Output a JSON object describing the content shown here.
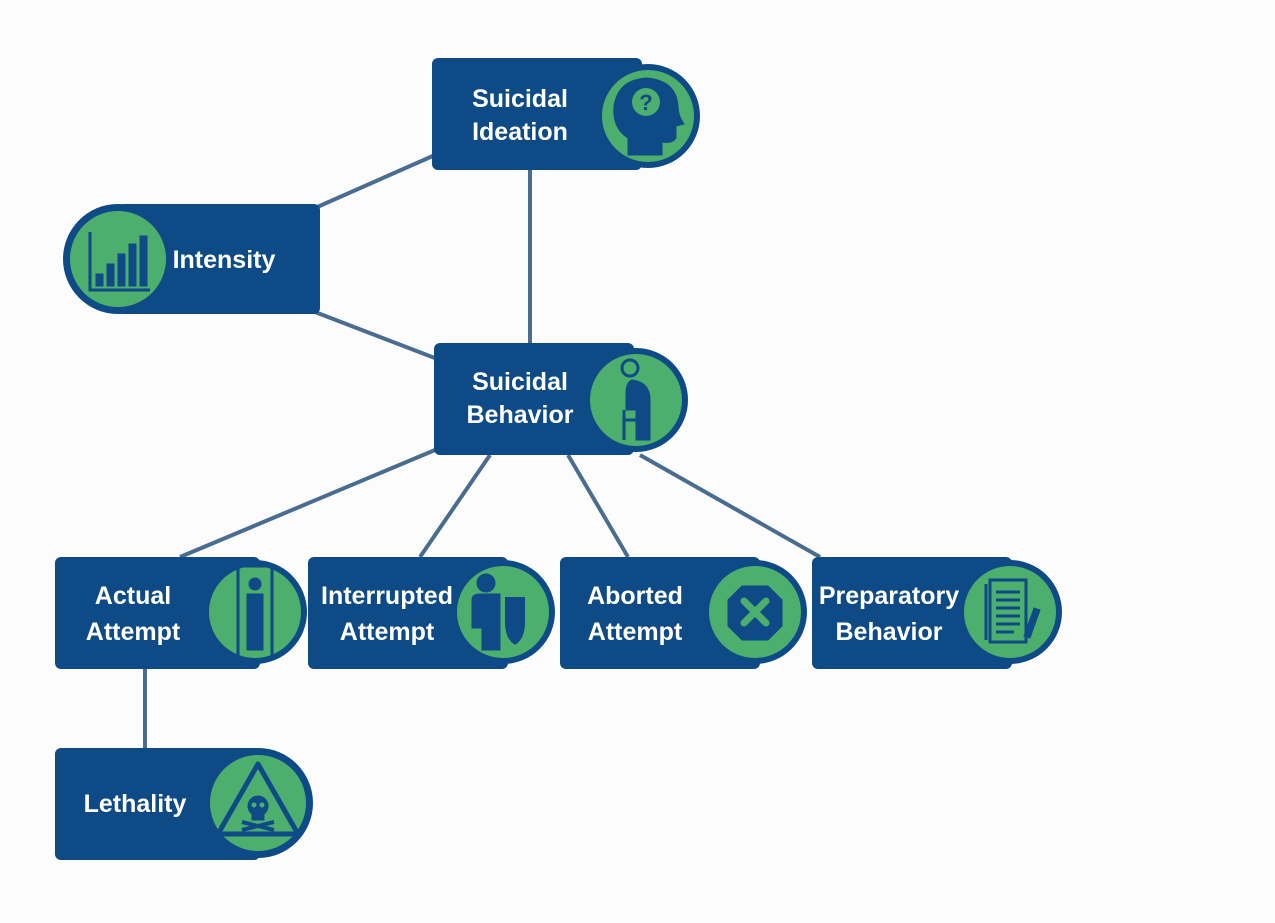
{
  "diagram": {
    "nodes": {
      "ideation": {
        "label_line1": "Suicidal",
        "label_line2": "Ideation",
        "icon": "head-question-icon"
      },
      "intensity": {
        "label_line1": "Intensity",
        "icon": "bar-chart-icon"
      },
      "behavior": {
        "label_line1": "Suicidal",
        "label_line2": "Behavior",
        "icon": "seated-person-icon"
      },
      "actual": {
        "label_line1": "Actual",
        "label_line2": "Attempt",
        "icon": "person-on-bed-icon"
      },
      "interrupted": {
        "label_line1": "Interrupted",
        "label_line2": "Attempt",
        "icon": "person-shield-icon"
      },
      "aborted": {
        "label_line1": "Aborted",
        "label_line2": "Attempt",
        "icon": "x-cancel-icon"
      },
      "preparatory": {
        "label_line1": "Preparatory",
        "label_line2": "Behavior",
        "icon": "notepad-icon"
      },
      "lethality": {
        "label_line1": "Lethality",
        "icon": "skull-warning-icon"
      }
    },
    "edges": [
      [
        "ideation",
        "intensity"
      ],
      [
        "ideation",
        "behavior"
      ],
      [
        "intensity",
        "behavior"
      ],
      [
        "behavior",
        "actual"
      ],
      [
        "behavior",
        "interrupted"
      ],
      [
        "behavior",
        "aborted"
      ],
      [
        "behavior",
        "preparatory"
      ],
      [
        "actual",
        "lethality"
      ]
    ],
    "colors": {
      "box": "#0e4a86",
      "circle": "#4caf6e",
      "connector": "#4a6d8f",
      "text": "#ffffff"
    }
  }
}
